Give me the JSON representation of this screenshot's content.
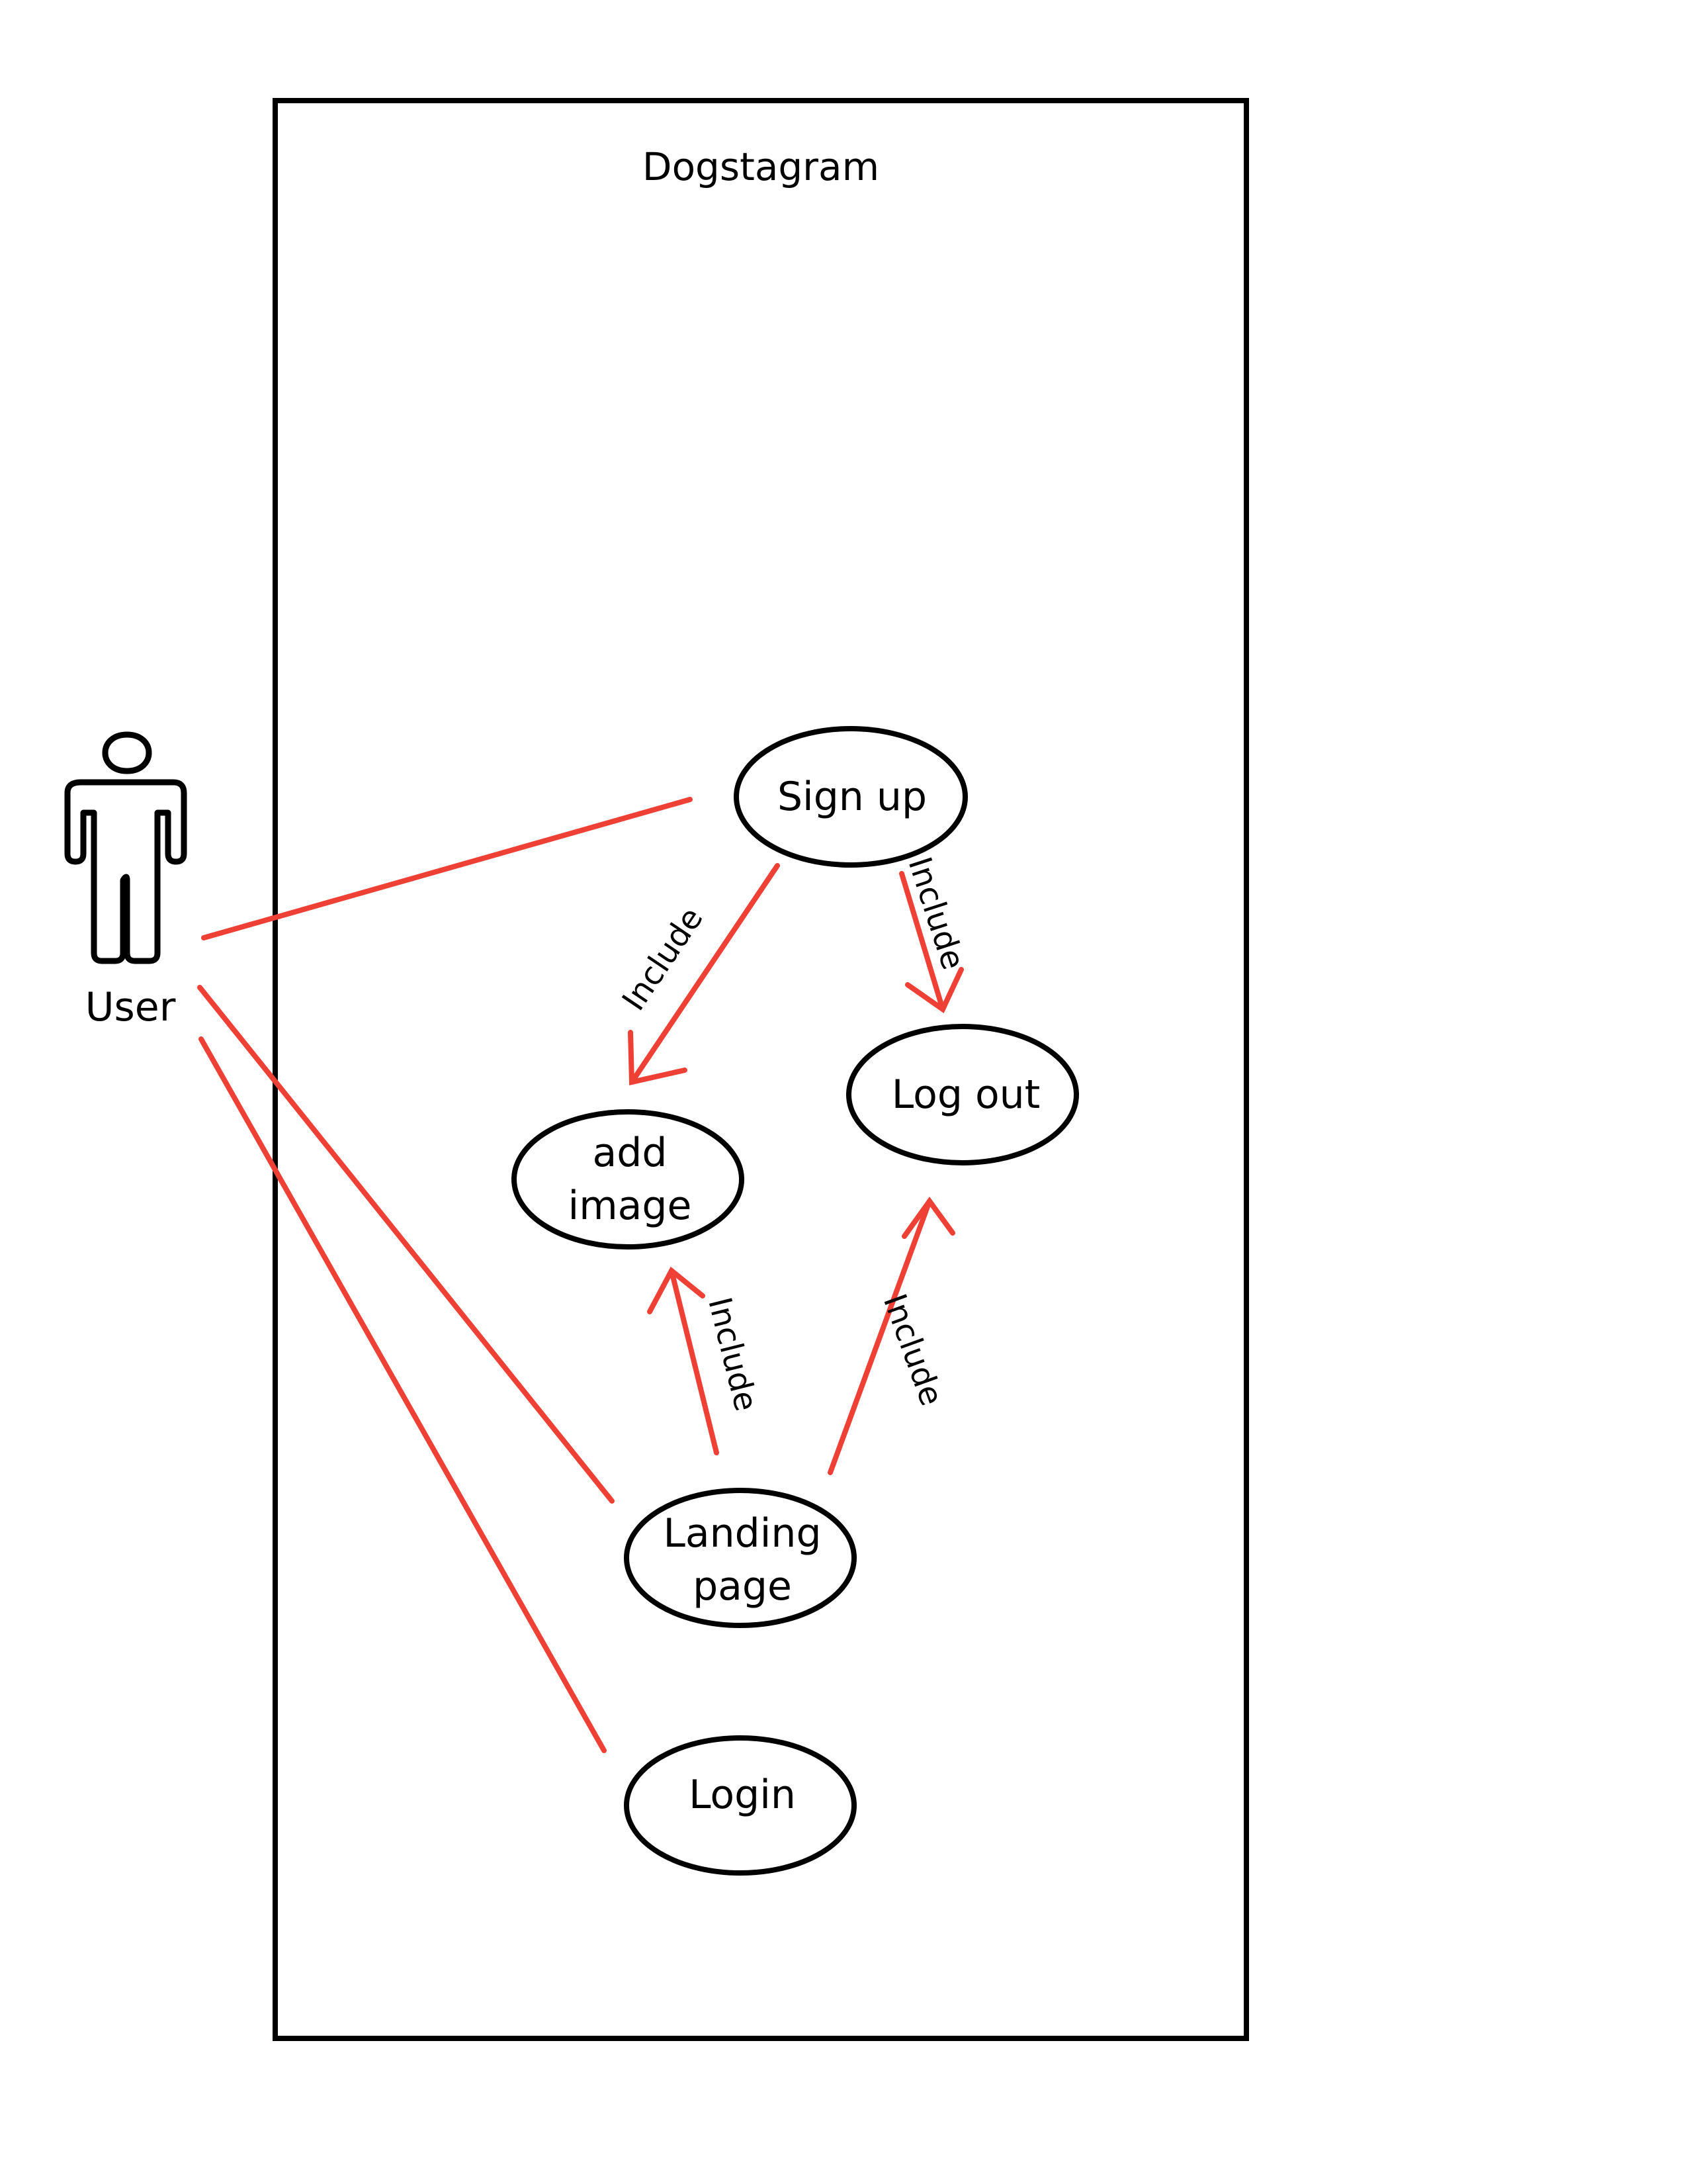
{
  "system": {
    "title": "Dogstagram"
  },
  "actor": {
    "label": "User",
    "icon": "person-icon"
  },
  "use_cases": {
    "sign_up": "Sign up",
    "log_out": "Log out",
    "add_image_line1": "add",
    "add_image_line2": "image",
    "landing_page_line1": "Landing",
    "landing_page_line2": "page",
    "login": "Login"
  },
  "relations": {
    "signup_to_add_image": "Include",
    "signup_to_log_out": "Include",
    "landing_to_add_image": "Include",
    "landing_to_log_out": "Include"
  },
  "colors": {
    "association": "#ef4035",
    "outline": "#000000",
    "background": "#ffffff"
  }
}
